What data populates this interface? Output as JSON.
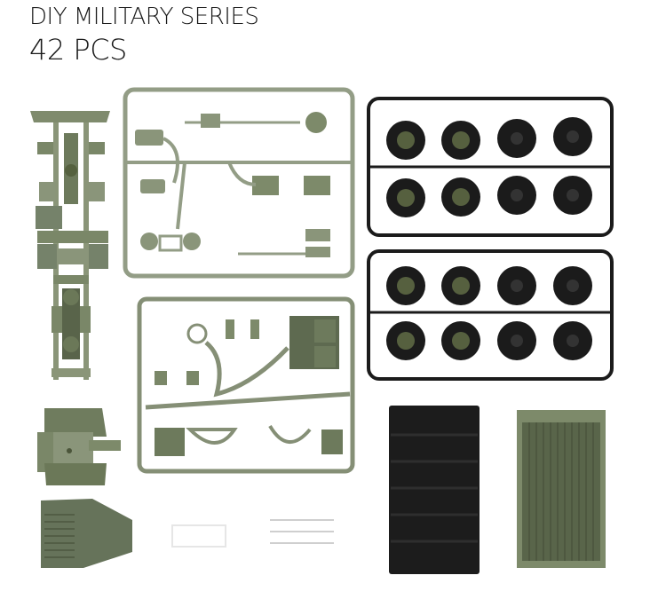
{
  "header": {
    "title": "DIY MILITARY SERIES",
    "piece_count": "42 PCS"
  },
  "colors": {
    "background": "#ffffff",
    "olive_plastic": "#7d8a6a",
    "olive_dark": "#5e6a50",
    "sprue_light": "#8e9981",
    "black_plastic": "#1b1b1b",
    "text": "#1a1a1a"
  },
  "parts": [
    {
      "name": "chassis-frame",
      "color": "olive"
    },
    {
      "name": "sprue-engine-parts",
      "color": "olive"
    },
    {
      "name": "sprue-cab-parts",
      "color": "olive"
    },
    {
      "name": "wheel-sprue-top",
      "color": "black",
      "wheels": 8
    },
    {
      "name": "wheel-sprue-bottom",
      "color": "black",
      "wheels": 8
    },
    {
      "name": "cab-interior",
      "color": "olive"
    },
    {
      "name": "hood",
      "color": "olive"
    },
    {
      "name": "clear-windshield",
      "color": "clear"
    },
    {
      "name": "metal-axles",
      "color": "silver",
      "count": 3
    },
    {
      "name": "canvas-cover",
      "color": "black"
    },
    {
      "name": "cargo-bed",
      "color": "olive"
    }
  ]
}
